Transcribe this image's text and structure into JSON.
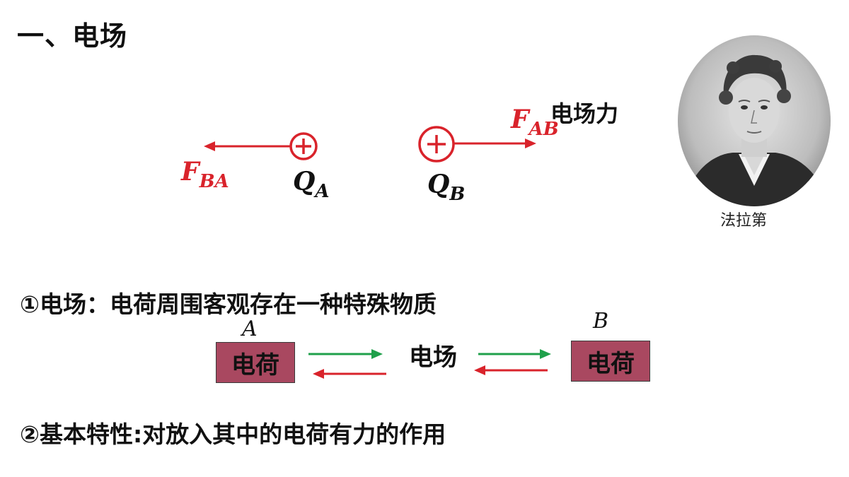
{
  "heading": "一、电场",
  "diagram": {
    "force_label": "电场力",
    "fba": {
      "letter": "F",
      "sub": "BA"
    },
    "fab": {
      "letter": "F",
      "sub": "AB"
    },
    "qa": {
      "letter": "Q",
      "sub": "A"
    },
    "qb": {
      "letter": "Q",
      "sub": "B"
    },
    "plus_symbol": "+"
  },
  "points": {
    "p1": "①电场：电荷周围客观存在一种特殊物质",
    "p2": "②基本特性:对放入其中的电荷有力的作用"
  },
  "interaction": {
    "label_a": "A",
    "label_b": "B",
    "box_a": "电荷",
    "box_b": "电荷",
    "middle": "电场"
  },
  "portrait": {
    "caption": "法拉第"
  },
  "colors": {
    "red": "#d9232b",
    "green": "#1fa04a",
    "box": "#a94860"
  }
}
